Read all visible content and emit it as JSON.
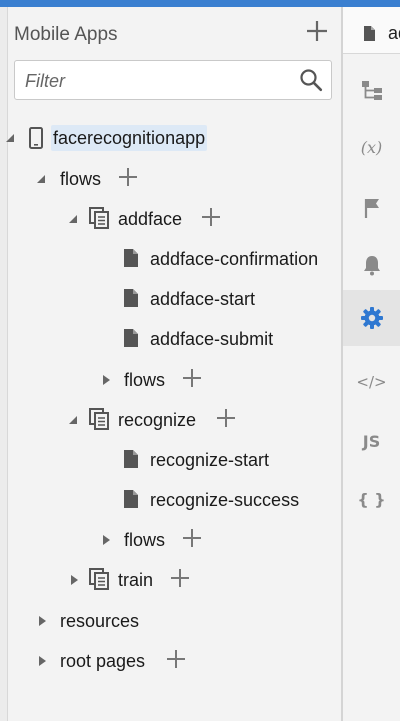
{
  "panel": {
    "title": "Mobile Apps",
    "filter_placeholder": "Filter"
  },
  "tree": {
    "app": "facerecognitionapp",
    "flows": "flows",
    "addface": "addface",
    "addface_confirmation": "addface-confirmation",
    "addface_start": "addface-start",
    "addface_submit": "addface-submit",
    "addface_flows": "flows",
    "recognize": "recognize",
    "recognize_start": "recognize-start",
    "recognize_success": "recognize-success",
    "recognize_flows": "flows",
    "train": "train",
    "resources": "resources",
    "root_pages": "root pages"
  },
  "editor_tab": {
    "label": "ad"
  },
  "rail": {
    "variables": "(x)",
    "source": "</>",
    "js": "JS",
    "json": "{ }"
  },
  "colors": {
    "accent": "#3a7fd0",
    "active_icon": "#2f78d1",
    "highlight": "#dde9f6"
  }
}
